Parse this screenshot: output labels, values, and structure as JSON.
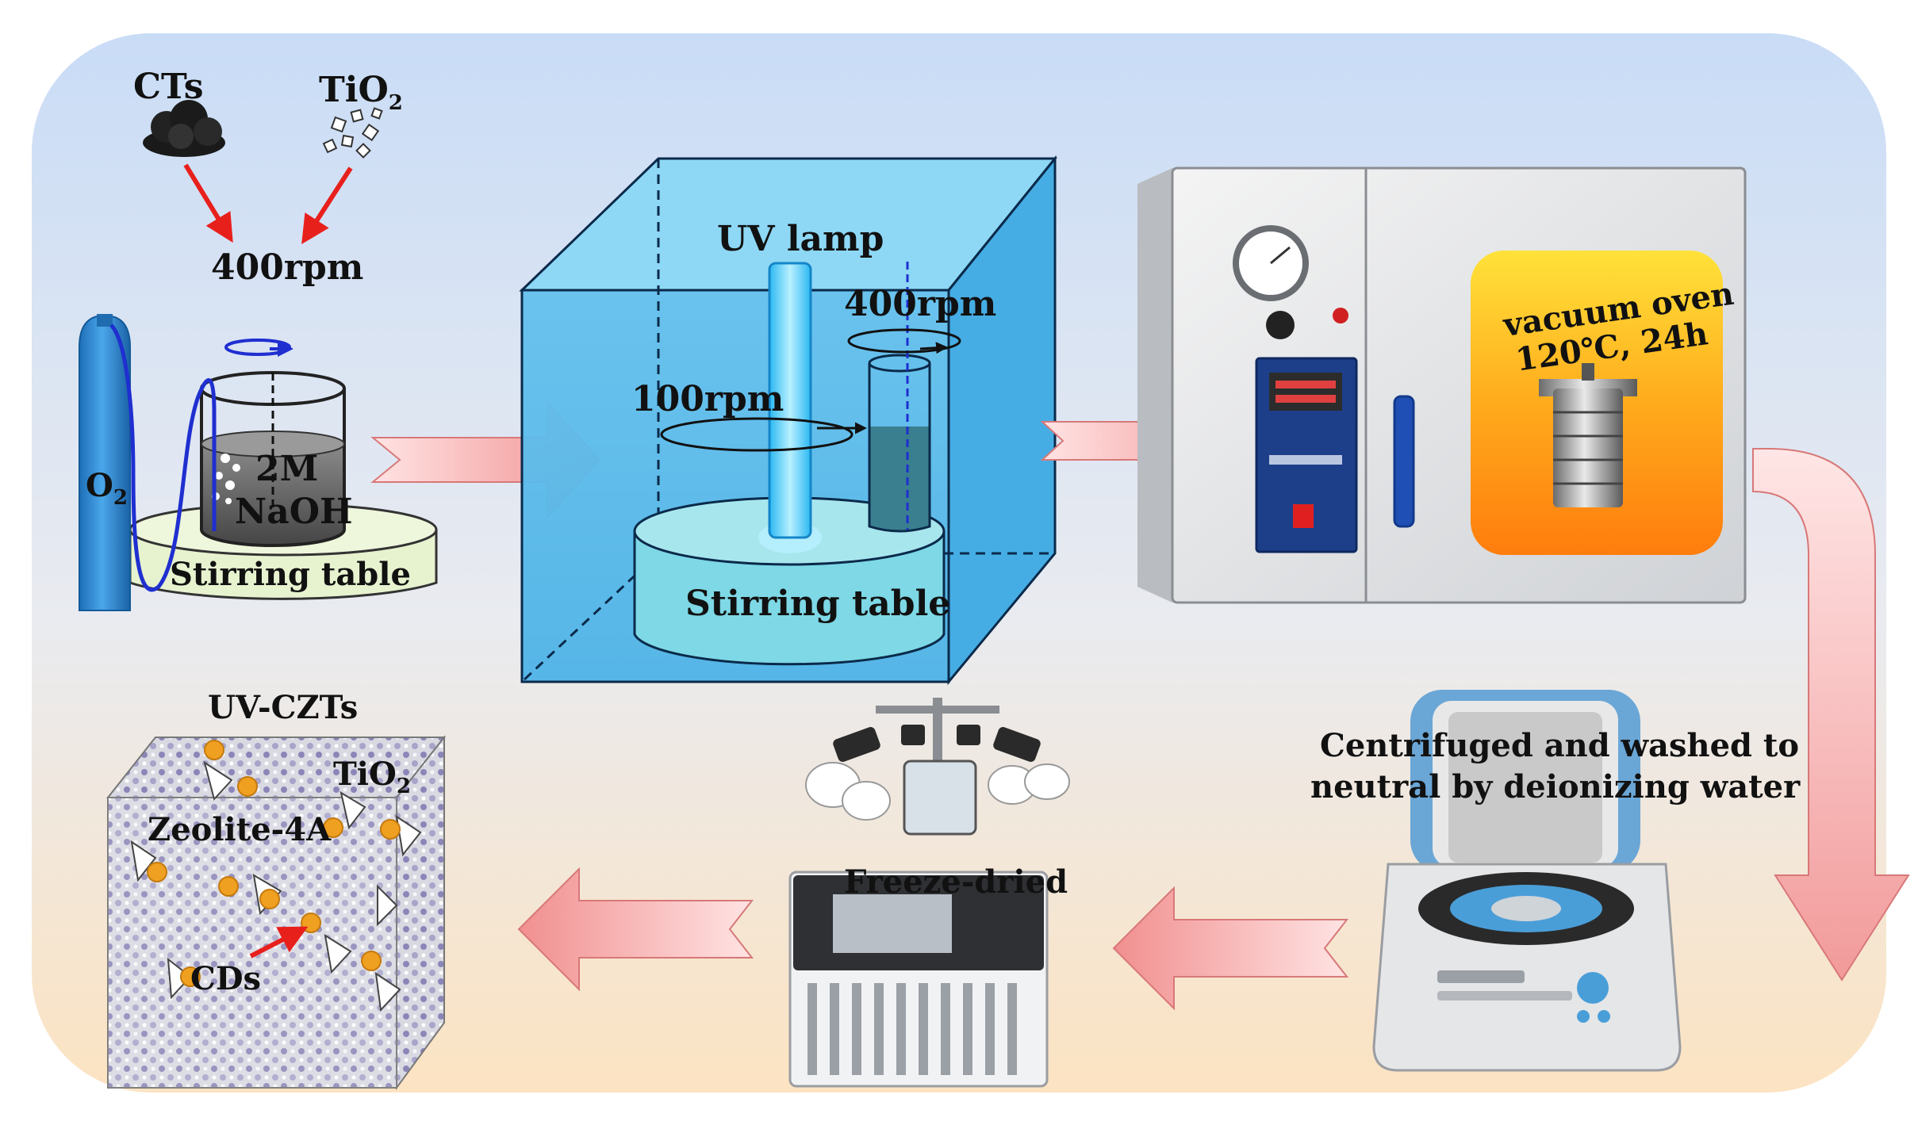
{
  "colors": {
    "panel_top": "#cfe0f6",
    "panel_bottom": "#fbe6c8",
    "flow_arrow": "#f4a3a3",
    "red_arrow": "#e8201c",
    "blue_line": "#1f2fd0",
    "cylinder": "#2f8fd8",
    "cube": "#4bb0e6",
    "uv_lamp": "#45c9f7",
    "oven_badge": "#ffb319",
    "sphere": "#f0a020"
  },
  "reagents": {
    "cts": "CTs",
    "tio2_main": "TiO",
    "tio2_sub": "2"
  },
  "step1": {
    "rpm": "400rpm",
    "o2_main": "O",
    "o2_sub": "2",
    "beaker_line1": "2M",
    "beaker_line2": "NaOH",
    "table": "Stirring table"
  },
  "step2": {
    "uv_lamp": "UV lamp",
    "rpm_tube": "400rpm",
    "rpm_table": "100rpm",
    "table": "Stirring table"
  },
  "step3": {
    "oven_line1": "vacuum oven",
    "oven_line2": "120℃, 24h"
  },
  "step4": {
    "line1": "Centrifuged and washed to",
    "line2": "neutral by deionizing water"
  },
  "step5": {
    "label": "Freeze-dried"
  },
  "product": {
    "title": "UV-CZTs",
    "tio2_main": "TiO",
    "tio2_sub": "2",
    "zeolite": "Zeolite-4A",
    "cds": "CDs"
  }
}
